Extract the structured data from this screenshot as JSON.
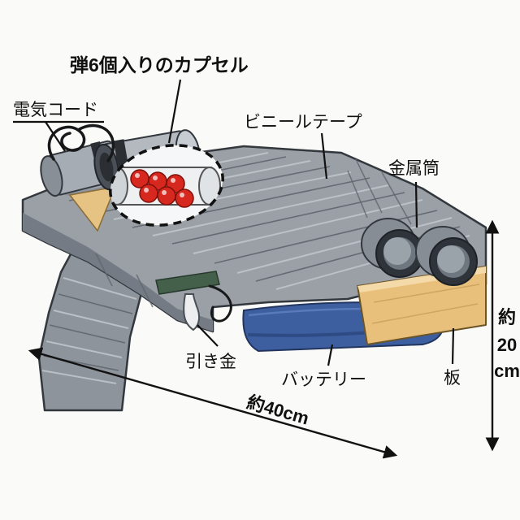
{
  "diagram": {
    "title_label": "弾6個入りのカプセル",
    "labels": {
      "capsule": "弾6個入りのカプセル",
      "electric_cord": "電気コード",
      "vinyl_tape": "ビニールテープ",
      "metal_tube": "金属筒",
      "trigger": "引き金",
      "battery": "バッテリー",
      "board": "板"
    },
    "dimensions": {
      "width_label": "約40cm",
      "height_prefix": "約",
      "height_value": "20",
      "height_unit": "cm"
    },
    "bullet_count": 6,
    "colors": {
      "body_gray": "#9aa0a6",
      "body_shadow": "#757b84",
      "tape_highlight": "#c2c7cc",
      "board_tan": "#e8c07c",
      "battery_blue": "#3d5fa0",
      "bullet_red": "#d6281e",
      "outline": "#33383e",
      "background": "#fafaf8"
    }
  }
}
